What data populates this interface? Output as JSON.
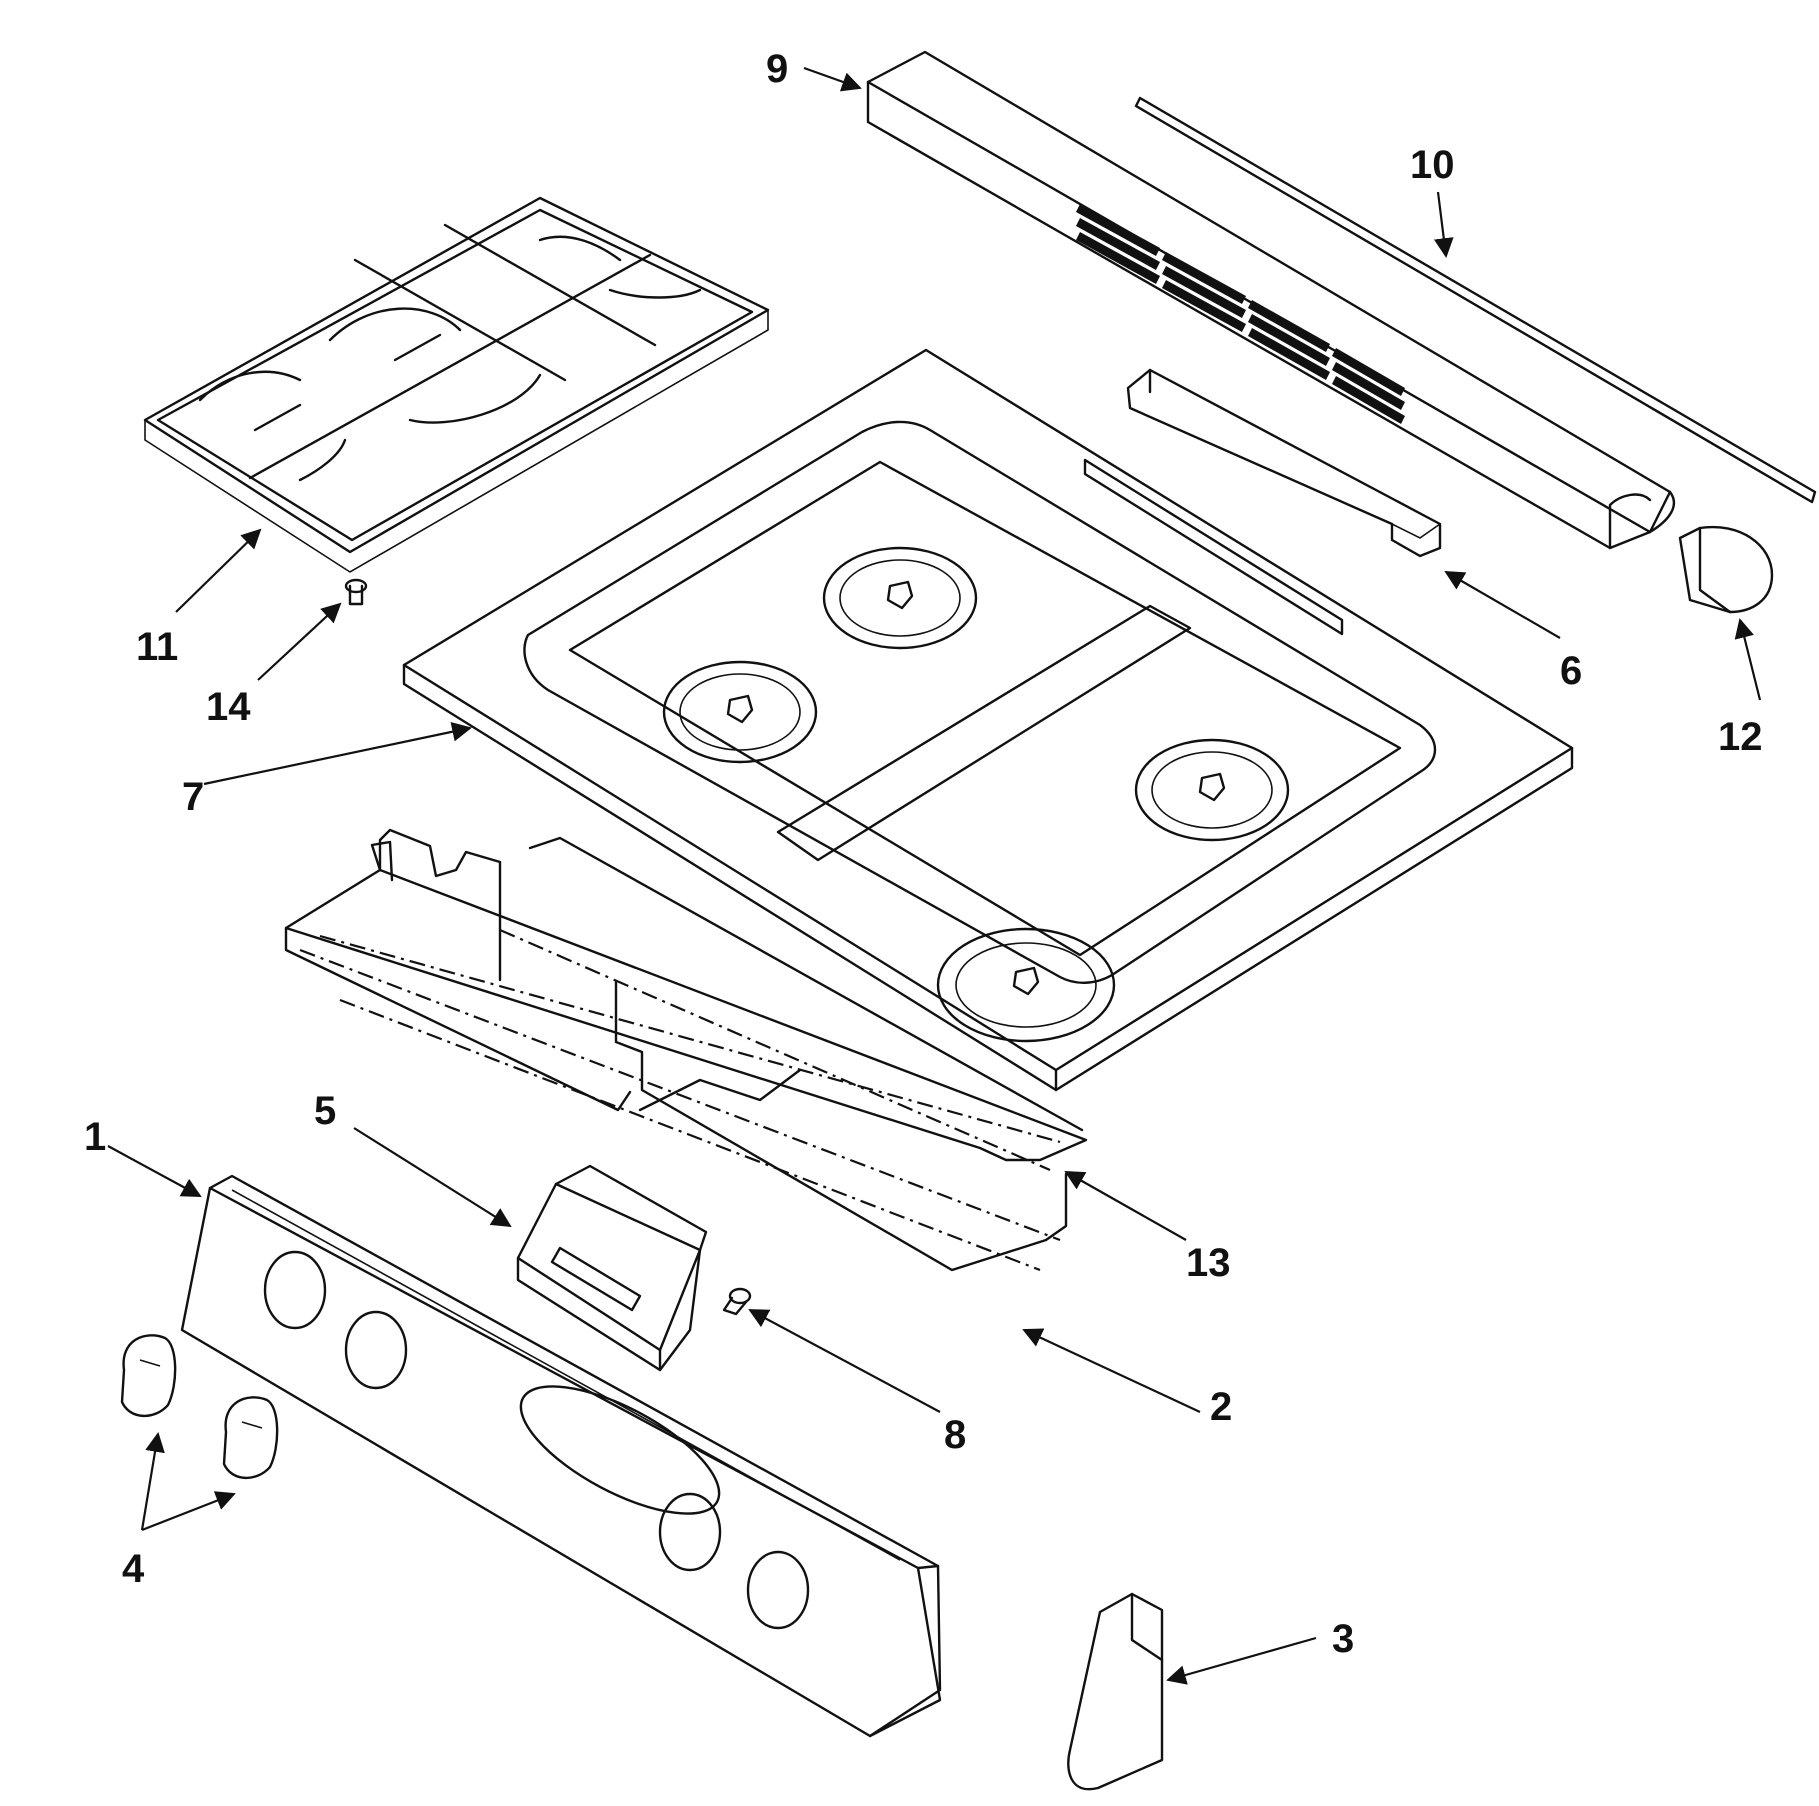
{
  "callouts": {
    "1": "1",
    "2": "2",
    "3": "3",
    "4": "4",
    "5": "5",
    "6": "6",
    "7": "7",
    "8": "8",
    "9": "9",
    "10": "10",
    "11": "11",
    "12": "12",
    "13": "13",
    "14": "14"
  }
}
